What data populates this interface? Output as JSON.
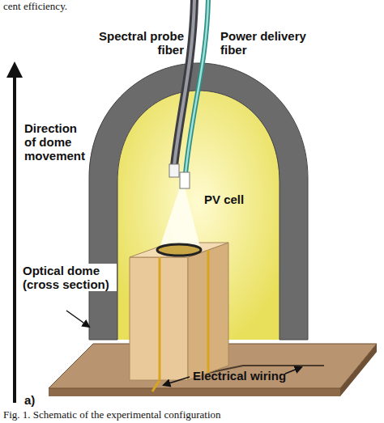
{
  "diagram": {
    "caption": "Fig. 1. Schematic of the experimental configuration",
    "labels": [
      "cent efficiency.",
      "Spectral probe fiber",
      "Power delivery fiber",
      "Direction of dome movement",
      "PV cell",
      "Optical dome (cross section)",
      "Electrical wiring",
      "a)"
    ]
  }
}
